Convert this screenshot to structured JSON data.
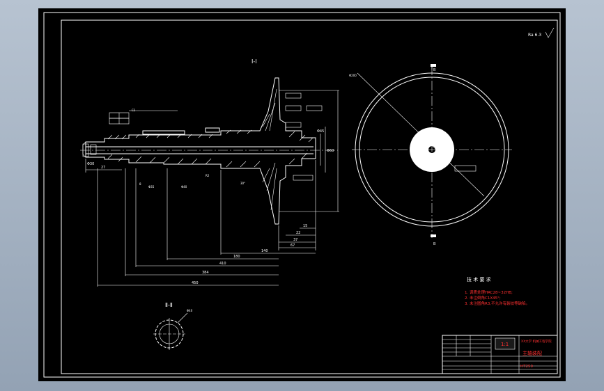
{
  "view_labels": {
    "section_main": "Ⅰ-Ⅰ",
    "section_small": "Ⅱ-Ⅱ",
    "section_mark": "B",
    "roughness_corner": "Ra 6.3"
  },
  "tech_requirements": {
    "title": "技 术 要 求",
    "items": [
      "1. 调质处理HRC28~32HB;",
      "2. 未注倒角C1X45°;",
      "3. 未注圆角R3,不允许有裂纹等缺陷。"
    ]
  },
  "dimensions": {
    "d_small": "Φ30",
    "d_mid": "Φ45",
    "d_large": "Φ60",
    "len_27": "27",
    "len_180": "180",
    "len_140": "140",
    "len_67": "67",
    "len_37": "37",
    "len_22": "22",
    "len_15": "15",
    "len_8": "8",
    "len_total_a": "410",
    "len_total_b": "384",
    "len_total_c": "450",
    "chamfer": "C1"
  },
  "title_block": {
    "part_name": "主轴装配",
    "drawing_number": "HT250",
    "company": "XX大学 机械工程学院",
    "scale": "1:1"
  }
}
